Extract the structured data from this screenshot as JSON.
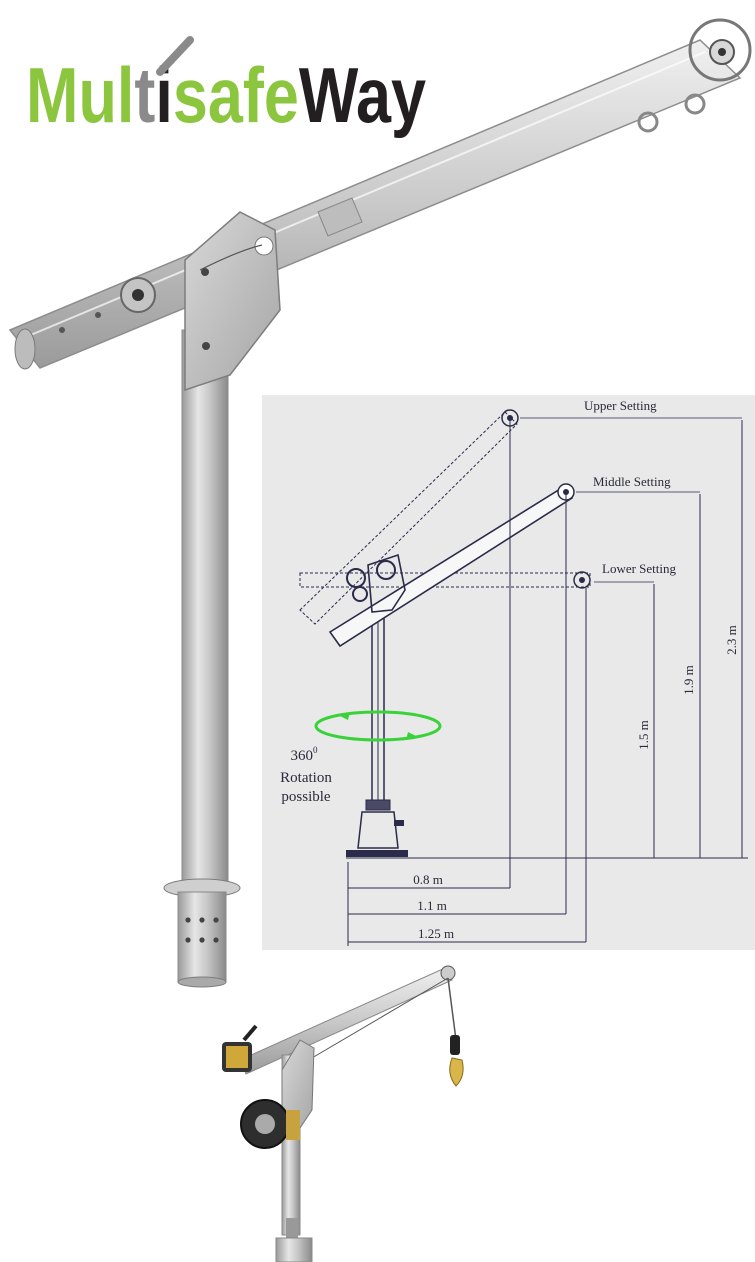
{
  "brand": {
    "name_parts": [
      "Mul",
      "t",
      "i",
      "safe",
      "Way"
    ],
    "colors": {
      "green": "#8cc63f",
      "grey": "#8a8a8a",
      "dark": "#231f20"
    }
  },
  "diagram": {
    "background": "#e9e9e9",
    "settings": {
      "upper": "Upper Setting",
      "middle": "Middle Setting",
      "lower": "Lower Setting"
    },
    "heights": {
      "upper": "2.3 m",
      "middle": "1.9 m",
      "lower": "1.5 m"
    },
    "reaches": {
      "upper": "0.8 m",
      "middle": "1.1 m",
      "lower": "1.25 m"
    },
    "rotation": {
      "line1": "360",
      "degree": "0",
      "line2": "Rotation",
      "line3": "possible"
    },
    "colors": {
      "line": "#2a2a4a",
      "rotation": "#3ad23a"
    }
  }
}
